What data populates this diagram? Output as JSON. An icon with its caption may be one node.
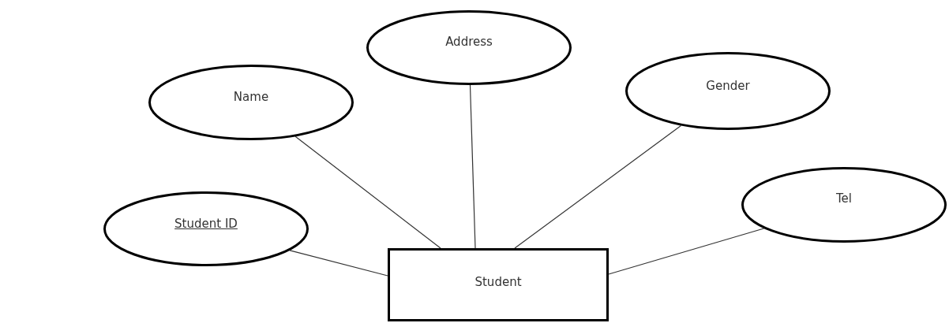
{
  "diagram": {
    "nodes": [
      {
        "text": [
          "Address"
        ]
      },
      {
        "text": [
          "Name"
        ]
      },
      {
        "text": [
          "Gender"
        ]
      },
      {
        "text": [
          "Tel"
        ]
      },
      {
        "text": [
          "Student ID"
        ]
      },
      {
        "text": [
          "Student"
        ]
      }
    ],
    "edges": [
      {
        "from": 1,
        "to": 5,
        "arrow": "none"
      },
      {
        "from": 0,
        "to": 5,
        "arrow": "none"
      },
      {
        "from": 2,
        "to": 5,
        "arrow": "none"
      },
      {
        "from": 4,
        "to": 5,
        "arrow": "none"
      },
      {
        "from": 3,
        "to": 5,
        "arrow": "none"
      }
    ]
  }
}
